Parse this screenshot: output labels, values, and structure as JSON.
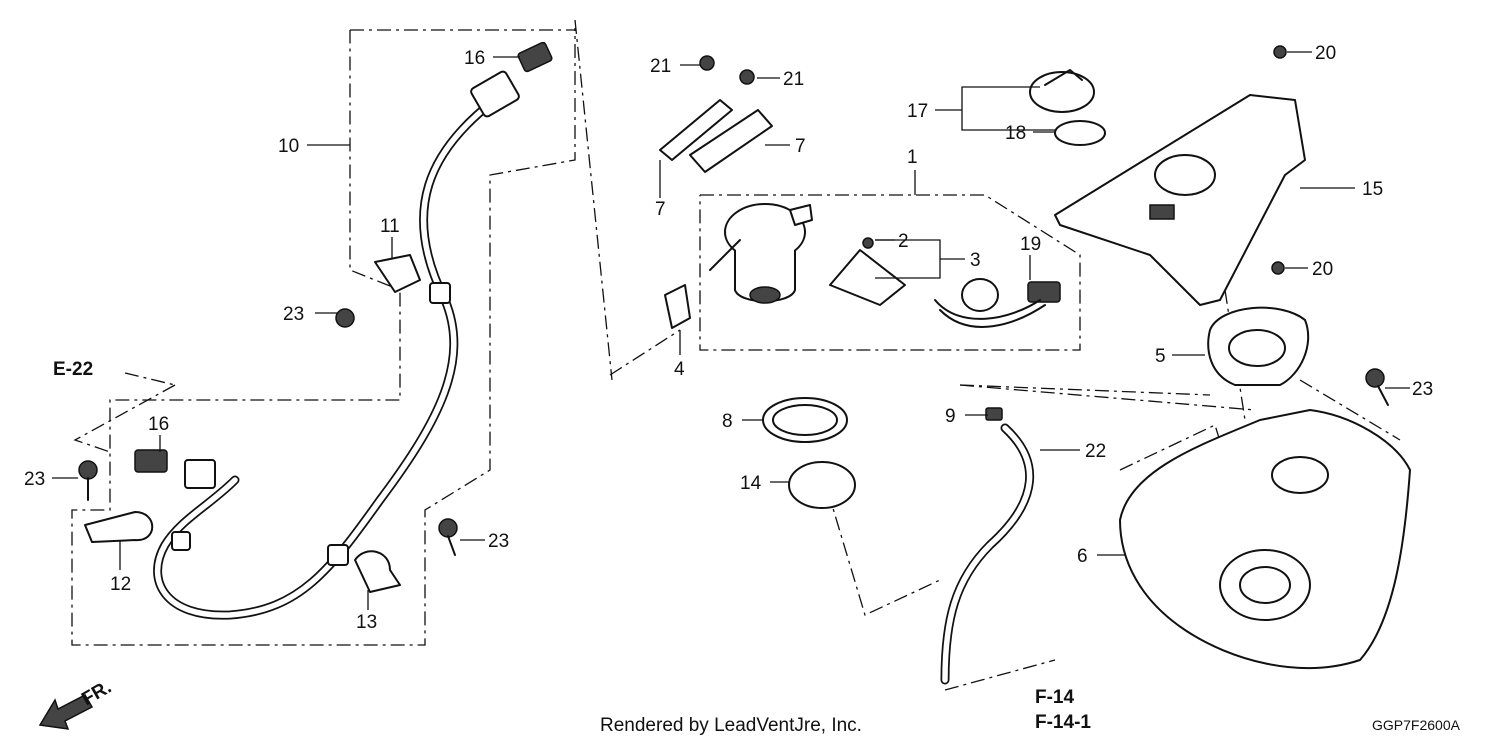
{
  "callouts": {
    "c1": "1",
    "c2": "2",
    "c3": "3",
    "c4": "4",
    "c5": "5",
    "c6": "6",
    "c7a": "7",
    "c7b": "7",
    "c8": "8",
    "c9": "9",
    "c10": "10",
    "c11": "11",
    "c12": "12",
    "c13": "13",
    "c14": "14",
    "c15": "15",
    "c16a": "16",
    "c16b": "16",
    "c17": "17",
    "c18": "18",
    "c19": "19",
    "c20a": "20",
    "c20b": "20",
    "c21a": "21",
    "c21b": "21",
    "c22": "22",
    "c23a": "23",
    "c23b": "23",
    "c23c": "23",
    "c23d": "23"
  },
  "references": {
    "e22": "E-22",
    "f14": "F-14",
    "f141": "F-14-1",
    "front": "FR."
  },
  "footer": {
    "credit": "Rendered by LeadVentJre, Inc.",
    "code": "GGP7F2600A"
  }
}
